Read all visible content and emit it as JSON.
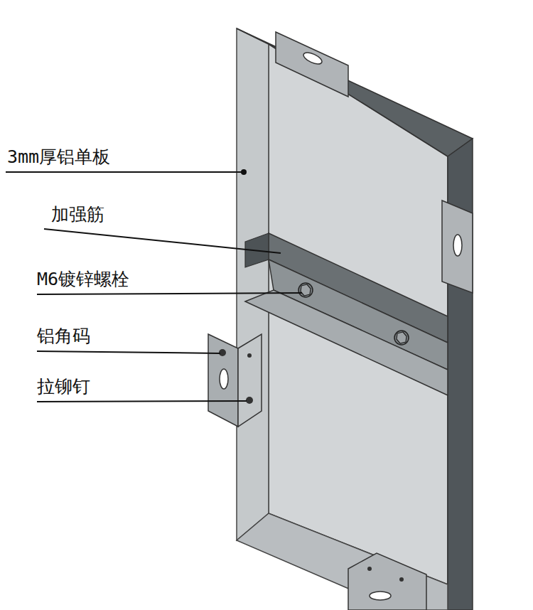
{
  "diagram": {
    "labels": [
      "3mm厚铝单板",
      "加强筋",
      "M6镀锌螺栓",
      "铝角码",
      "拉铆钉"
    ]
  }
}
